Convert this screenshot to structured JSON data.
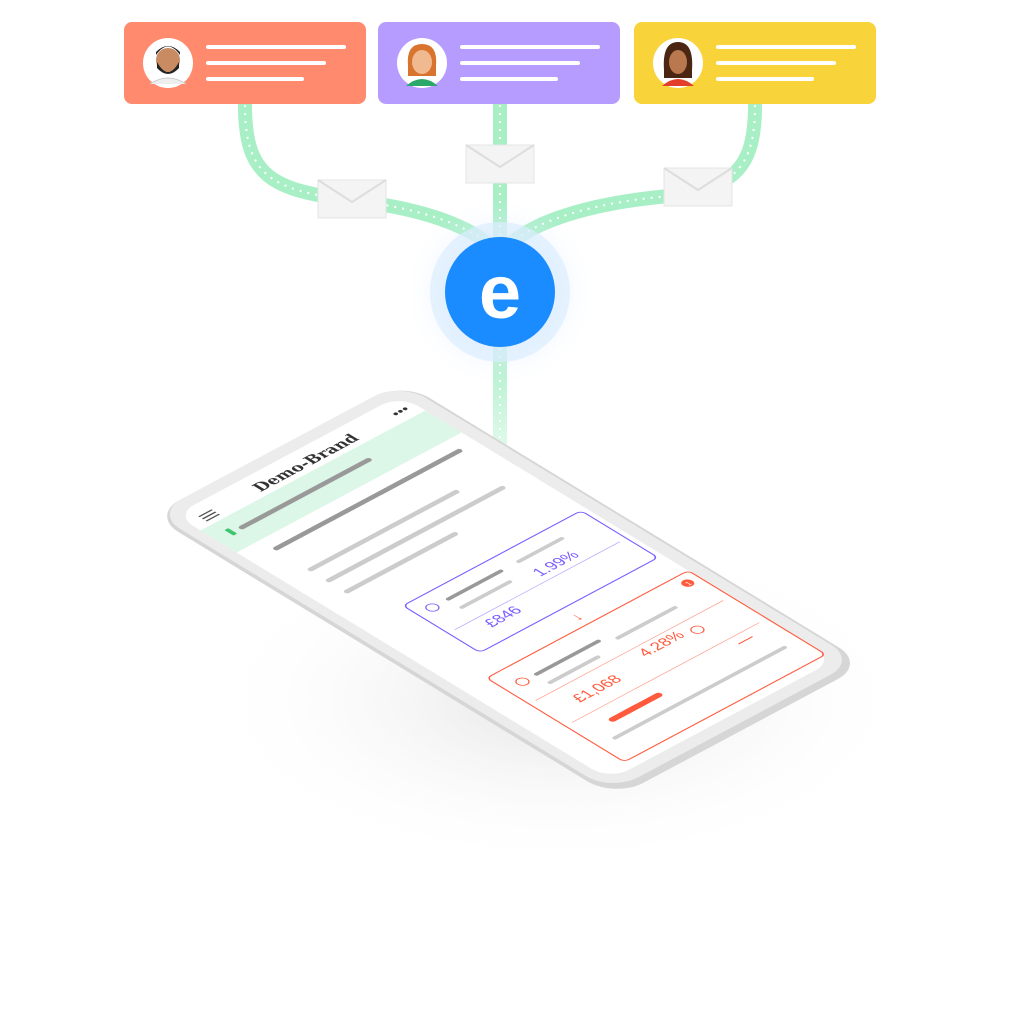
{
  "colors": {
    "card_red": "#FF8A6E",
    "card_purple": "#B69CFF",
    "card_yellow": "#F9D33A",
    "path_green": "#A8EFC6",
    "logo_blue": "#1A8CFF",
    "purple_accent": "#7B5CFF",
    "orange_accent": "#FF5A3C"
  },
  "contacts": [
    {
      "avatar": "man-with-beard-avatar"
    },
    {
      "avatar": "woman-red-hair-avatar"
    },
    {
      "avatar": "woman-dark-hair-avatar"
    }
  ],
  "logo": {
    "letter": "e"
  },
  "phone": {
    "brand": "Demo-Brand",
    "offer_current": {
      "amount": "£846",
      "rate": "1.99%"
    },
    "offer_new": {
      "amount": "£1,068",
      "rate": "4.28%",
      "badge": "1"
    }
  }
}
